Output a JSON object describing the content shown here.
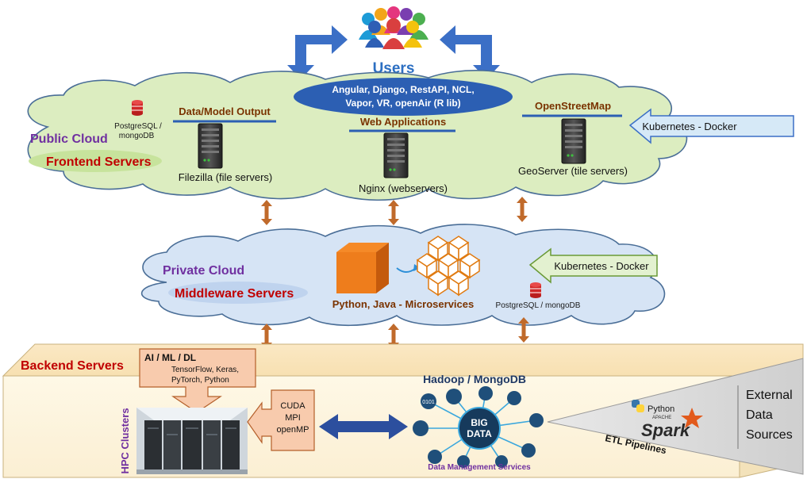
{
  "users": {
    "title": "Users",
    "tech_line1": "Angular, Django, RestAPI, NCL,",
    "tech_line2": "Vapor, VR, openAir (R lib)"
  },
  "public_cloud": {
    "label": "Public Cloud",
    "servers_label": "Frontend Servers",
    "db_line1": "PostgreSQL /",
    "db_line2": "mongoDB",
    "data_output_title": "Data/Model Output",
    "file_server_label": "Filezilla (file servers)",
    "web_apps_title": "Web Applications",
    "web_server_label": "Nginx (webservers)",
    "osm_title": "OpenStreetMap",
    "geo_server_label": "GeoServer (tile servers)",
    "deploy_label": "Kubernetes - Docker"
  },
  "private_cloud": {
    "label": "Private Cloud",
    "servers_label": "Middleware Servers",
    "microservices_label": "Python, Java - Microservices",
    "db_label": "PostgreSQL / mongoDB",
    "deploy_label": "Kubernetes - Docker"
  },
  "backend": {
    "label": "Backend Servers",
    "ai_title": "AI / ML / DL",
    "ai_line1": "TensorFlow, Keras,",
    "ai_line2": "PyTorch, Python",
    "hpc_label": "HPC Clusters",
    "cuda_line1": "CUDA",
    "cuda_line2": "MPI",
    "cuda_line3": "openMP",
    "hadoop_title": "Hadoop / MongoDB",
    "big_data_line1": "BIG",
    "big_data_line2": "DATA",
    "big_data_bits": "0101",
    "dms_label": "Data Management Services",
    "etl_label": "ETL Pipelines",
    "python_label": "Python",
    "apache_label": "APACHE",
    "spark_label": "Spark",
    "external_line1": "External",
    "external_line2": "Data",
    "external_line3": "Sources"
  },
  "colors": {
    "public_cloud_fill": "#dcedc0",
    "private_cloud_fill": "#d6e4f5",
    "backend_fill": "#fdf3dc",
    "users_ellipse": "#2c5fb3",
    "arrow_blue": "#3b6fc6",
    "arrow_orange": "#c06a2b",
    "red_label": "#c00000",
    "purple_label": "#7030a0",
    "navy": "#1f3864"
  }
}
